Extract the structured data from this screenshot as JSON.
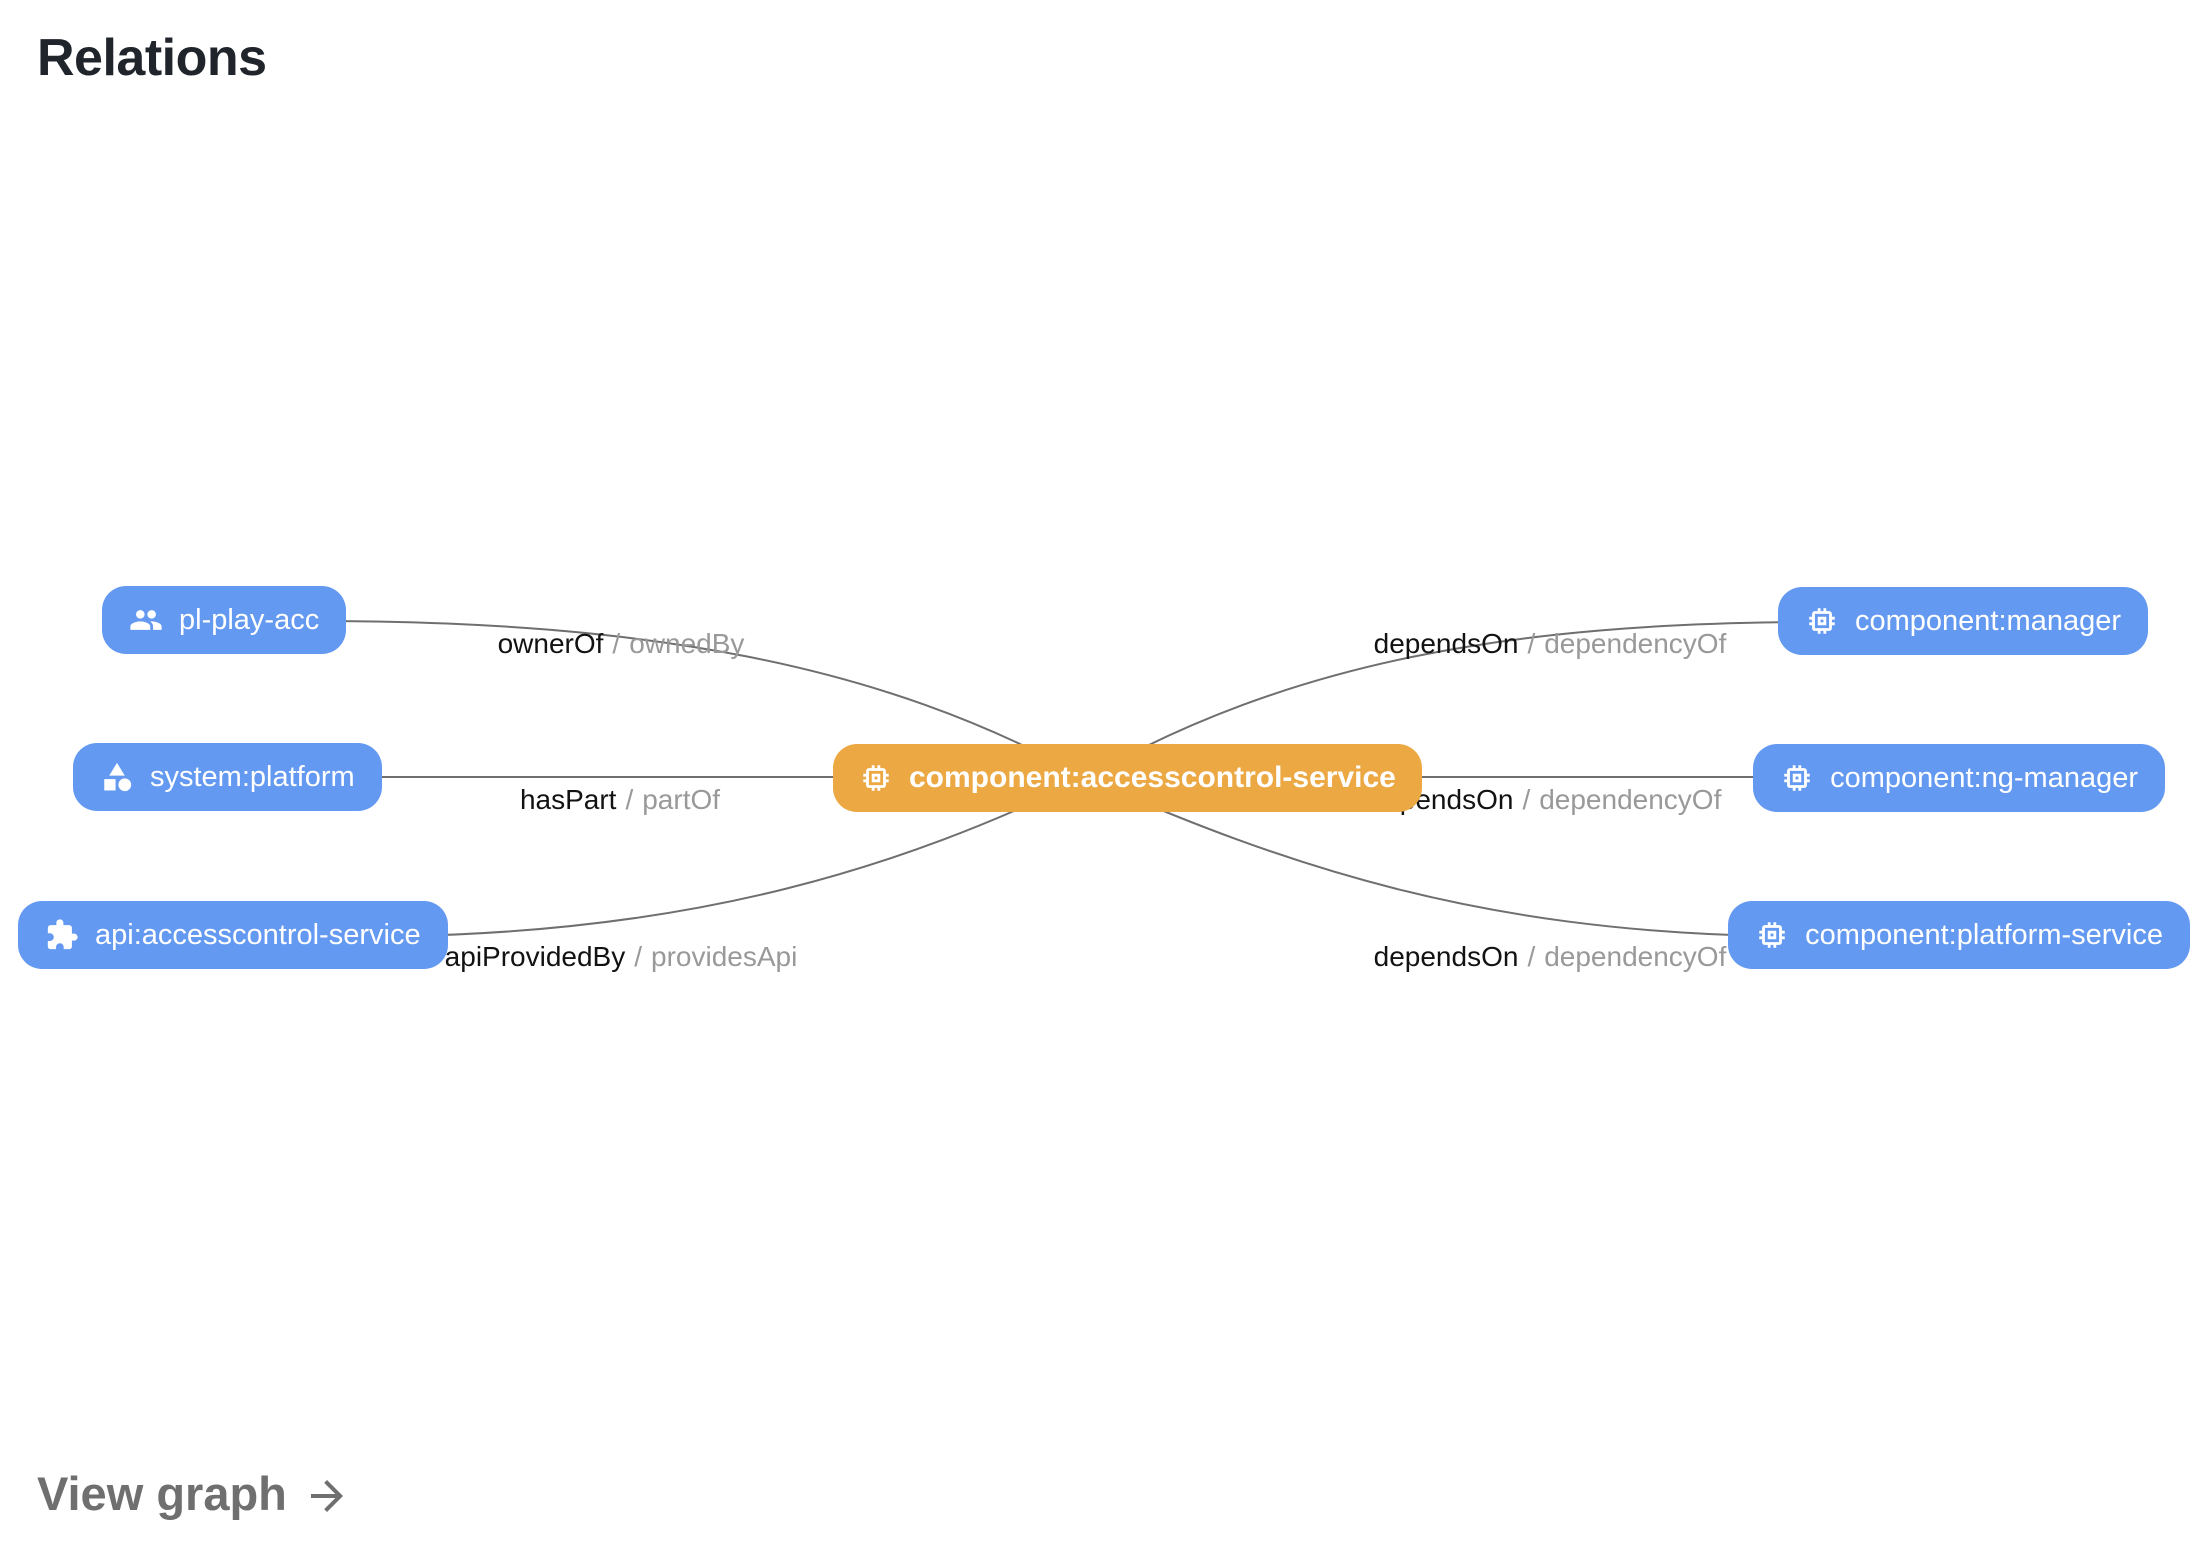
{
  "page": {
    "title": "Relations",
    "view_graph_label": "View graph"
  },
  "colors": {
    "node-blue": "#6499F1",
    "node-orange": "#ECA843",
    "edge": "#6F6F6F",
    "label-forward": "#121212",
    "label-reverse": "#999999",
    "title": "#20242B",
    "view-graph": "#6F6F6F"
  },
  "graph": {
    "center": {
      "label": "component:accesscontrol-service",
      "icon": "memory-chip-icon"
    },
    "left_nodes": [
      {
        "label": "pl-play-acc",
        "icon": "group-icon"
      },
      {
        "label": "system:platform",
        "icon": "category-shapes-icon"
      },
      {
        "label": "api:accesscontrol-service",
        "icon": "puzzle-icon"
      }
    ],
    "right_nodes": [
      {
        "label": "component:manager",
        "icon": "memory-chip-icon"
      },
      {
        "label": "component:ng-manager",
        "icon": "memory-chip-icon"
      },
      {
        "label": "component:platform-service",
        "icon": "memory-chip-icon"
      }
    ],
    "edge_labels": [
      {
        "forward": "ownerOf",
        "sep": "/",
        "reverse": "ownedBy"
      },
      {
        "forward": "hasPart",
        "sep": "/",
        "reverse": "partOf"
      },
      {
        "forward": "apiProvidedBy",
        "sep": "/",
        "reverse": "providesApi"
      },
      {
        "forward": "dependsOn",
        "sep": "/",
        "reverse": "dependencyOf"
      },
      {
        "forward": "dependsOn",
        "sep": "/",
        "reverse": "dependencyOf"
      },
      {
        "forward": "dependsOn",
        "sep": "/",
        "reverse": "dependencyOf"
      }
    ]
  }
}
